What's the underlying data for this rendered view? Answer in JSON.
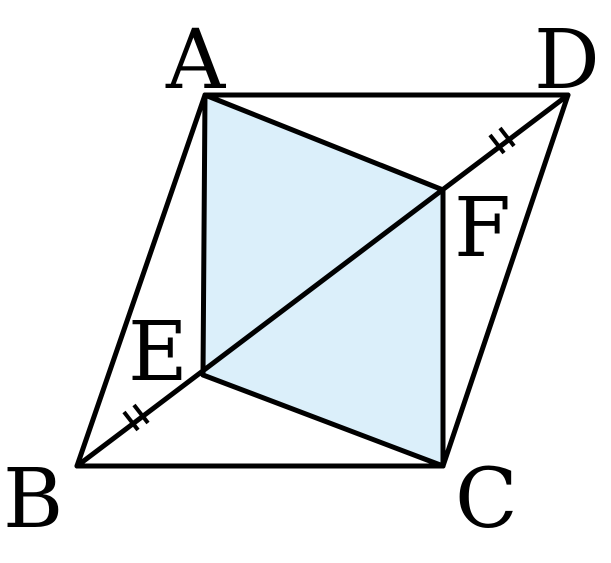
{
  "colors": {
    "shade": "#dbeffa",
    "line": "#000000",
    "background": "#ffffff"
  },
  "labels": {
    "A": "A",
    "B": "B",
    "C": "C",
    "D": "D",
    "E": "E",
    "F": "F"
  }
}
